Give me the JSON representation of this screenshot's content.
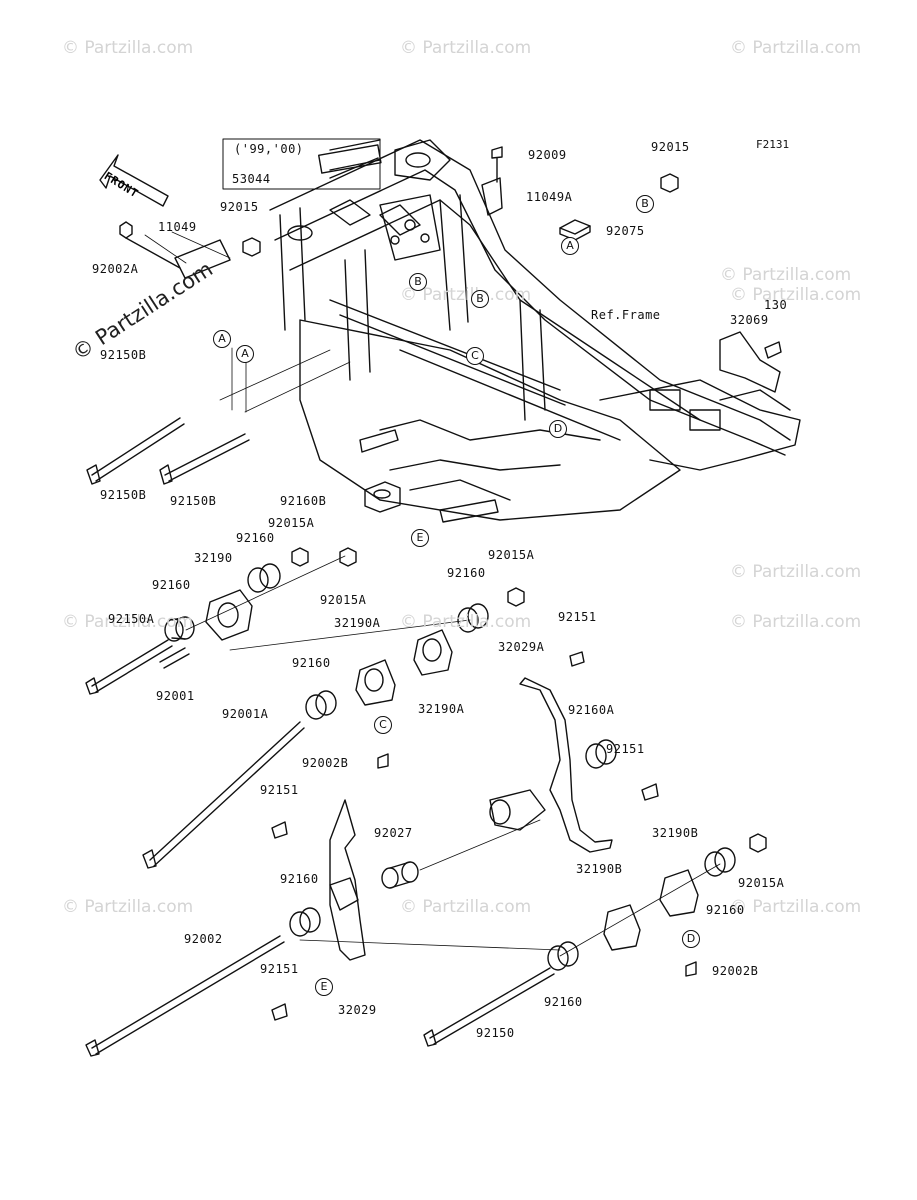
{
  "figure_code": "F2131",
  "watermark": "© Partzilla.com",
  "watermark_diag": "© Partzilla.com",
  "direction": "FRONT",
  "year_note": "('99,'00)",
  "frame_ref": "Ref.Frame",
  "parts": {
    "p53044": "53044",
    "p92009": "92009",
    "p11049A": "11049A",
    "p92015_top": "92015",
    "p92075": "92075",
    "p92015_left": "92015",
    "p11049": "11049",
    "p92002A": "92002A",
    "p92150B_a": "92150B",
    "p130": "130",
    "p32069": "32069",
    "p92150B_b": "92150B",
    "p92150B_c": "92150B",
    "p92160B": "92160B",
    "p92015A_a": "92015A",
    "p92160_a": "92160",
    "p32190": "32190",
    "p92160_b": "92160",
    "p92015A_b": "92015A",
    "p92150A": "92150A",
    "p92001": "92001",
    "p92015A_c": "92015A",
    "p92160_c": "92160",
    "p32190A_a": "32190A",
    "p32190A_b": "32190A",
    "p92160_d": "92160",
    "p92151_a": "92151",
    "p32029A": "32029A",
    "p92001A": "92001A",
    "p92160A": "92160A",
    "p92002B_a": "92002B",
    "p92151_b": "92151",
    "p92151_c": "92151",
    "p92027": "92027",
    "p32190B_a": "32190B",
    "p92160_e": "92160",
    "p32190B_b": "32190B",
    "p92015A_d": "92015A",
    "p92160_f": "92160",
    "p92002": "92002",
    "p92151_d": "92151",
    "p32029": "32029",
    "p92002B_b": "92002B",
    "p92160_g": "92160",
    "p92150": "92150"
  },
  "refs": {
    "A": "A",
    "B": "B",
    "C": "C",
    "D": "D",
    "E": "E"
  }
}
